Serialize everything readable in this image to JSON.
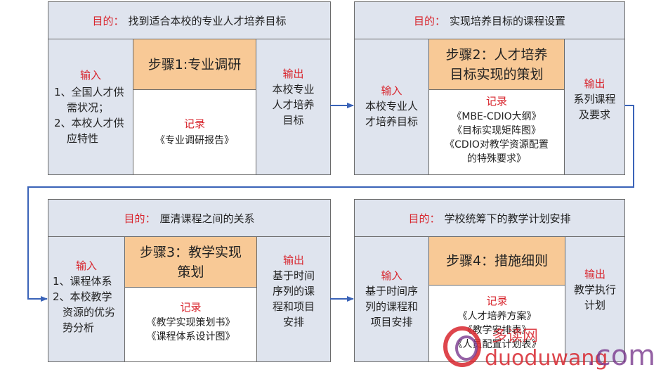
{
  "labels": {
    "purpose": "目的：",
    "input": "输入",
    "output": "输出",
    "record": "记录"
  },
  "steps": [
    {
      "purpose": "找到适合本校的专业人才培养目标",
      "title": "步骤1:专业调研",
      "input_lines": [
        "1、全国人才供",
        "需状况；",
        "2、本校人才供",
        "应特性"
      ],
      "record_lines": [
        "《专业调研报告》"
      ],
      "output_lines": [
        "本校专业",
        "人才培养",
        "目标"
      ]
    },
    {
      "purpose": "实现培养目标的课程设置",
      "title_lines": [
        "步骤2：人才培养",
        "目标实现的策划"
      ],
      "input_lines": [
        "本校专业人",
        "才培养目标"
      ],
      "record_lines": [
        "《MBE-CDIO大纲》",
        "《目标实现矩阵图》",
        "《CDIO对教学资源配置",
        "的特殊要求》"
      ],
      "output_lines": [
        "系列课程",
        "及要求"
      ]
    },
    {
      "purpose": "厘清课程之间的关系",
      "title_lines": [
        "步骤3：教学实现",
        "策划"
      ],
      "input_lines": [
        "1、课程体系",
        "2、本校教学",
        "资源的优劣",
        "势分析"
      ],
      "record_lines": [
        "《教学实现策划书》",
        "《课程体系设计图》"
      ],
      "output_lines": [
        "基于时间",
        "序列的课",
        "程和项目",
        "安排"
      ]
    },
    {
      "purpose": "学校统筹下的教学计划安排",
      "title": "步骤4：措施细则",
      "input_lines": [
        "基于时间序",
        "列的课程和",
        "项目安排"
      ],
      "record_lines": [
        "《人才培养方案》",
        "《教学安排表》",
        "《人员配置计划表》"
      ],
      "output_lines": [
        "教学执行",
        "计划"
      ]
    }
  ],
  "watermark": {
    "chinese": "多读网",
    "latin": "duoduwang",
    "suffix": ".com",
    "colors": {
      "red": "#d8262e",
      "purple": "#7a3a8e"
    }
  },
  "colors": {
    "panel": "#dfe4ee",
    "step": "#f8c996",
    "accent": "#d8262e",
    "connector": "#3a63b8"
  }
}
